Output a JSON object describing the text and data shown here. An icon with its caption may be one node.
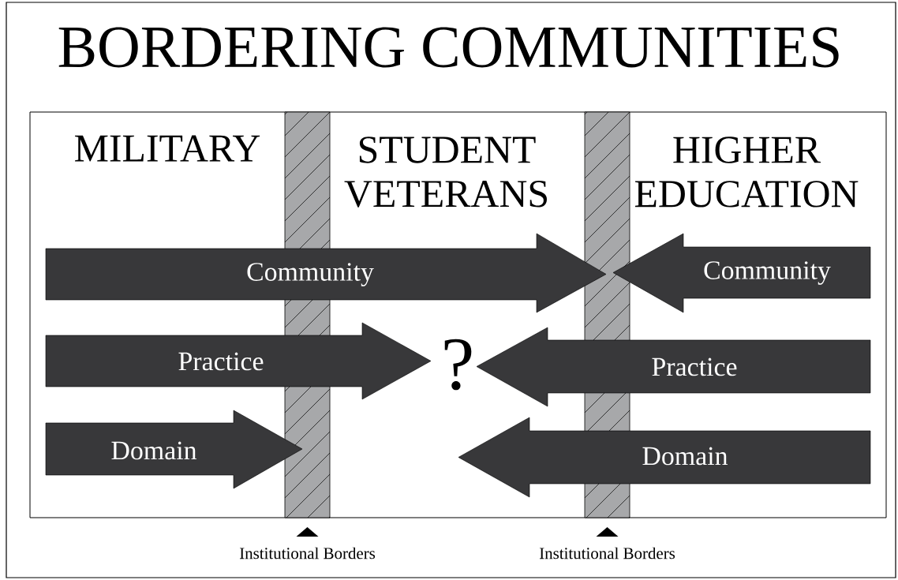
{
  "diagram": {
    "title": "BORDERING COMMUNITIES",
    "nodes": [
      {
        "text": [],
        "shape": "bar",
        "beside": [
          "Institutional Borders"
        ]
      },
      {
        "text": [
          "?"
        ]
      },
      {
        "text": [],
        "shape": "bar",
        "beside": [
          "Institutional Borders"
        ]
      }
    ],
    "edges": [
      {
        "from": null,
        "to": 2,
        "arrow": "to",
        "label": "Community"
      },
      {
        "from": null,
        "to": 2,
        "arrow": "to",
        "label": "Community"
      },
      {
        "from": null,
        "to": 1,
        "arrow": "to",
        "label": "Practice"
      },
      {
        "from": null,
        "to": 1,
        "arrow": "to",
        "label": "Practice"
      },
      {
        "from": null,
        "to": 0,
        "arrow": "to",
        "label": "Domain"
      },
      {
        "from": null,
        "to": 1,
        "arrow": "to",
        "label": "Domain"
      }
    ],
    "labels": [
      "MILITARY",
      "STUDENT VETERANS",
      "HIGHER EDUCATION"
    ]
  }
}
